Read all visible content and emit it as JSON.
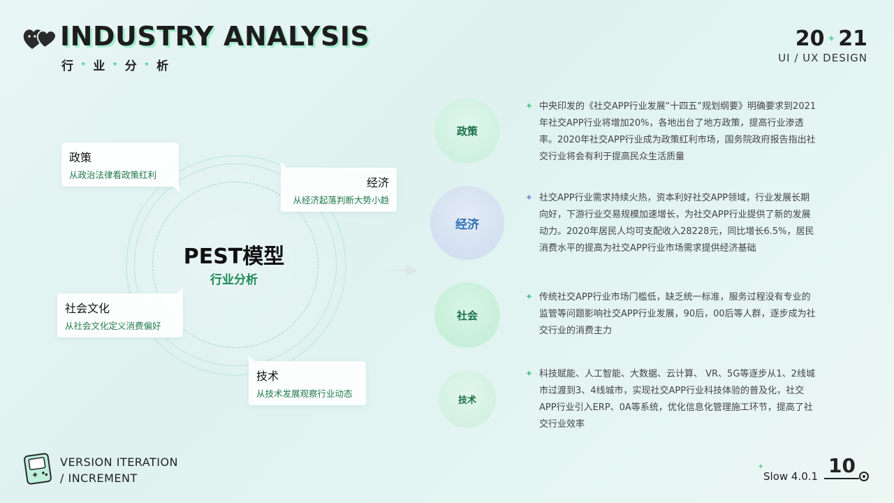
{
  "header": {
    "title": "INDUSTRY ANALYSIS",
    "subtitle_chars": [
      "行",
      "业",
      "分",
      "析"
    ],
    "year_left": "20",
    "year_right": "21",
    "design_label": "UI / UX DESIGN"
  },
  "model": {
    "title": "PEST模型",
    "subtitle": "行业分析"
  },
  "cards": {
    "policy": {
      "title": "政策",
      "desc": "从政治法律看政策红利"
    },
    "economy": {
      "title": "经济",
      "desc": "从经济起落判断大势小趋"
    },
    "society": {
      "title": "社会文化",
      "desc": "从社会文化定义消费偏好"
    },
    "tech": {
      "title": "技术",
      "desc": "从技术发展观察行业动态"
    }
  },
  "items": {
    "policy": {
      "label": "政策",
      "text": "中央印发的《社交APP行业发展“十四五”规划纲要》明确要求到2021年社交APP行业将增加20%，各地出台了地方政策，提高行业渗透率。2020年社交APP行业成为政策红利市场，国务院政府报告指出社交行业将会有利于提高民众生活质量"
    },
    "economy": {
      "label": "经济",
      "text": "社交APP行业需求持续火热，资本利好社交APP领域，行业发展长期向好，下游行业交易规模加速增长，为社交APP行业提供了新的发展动力。2020年居民人均可支配收入28228元，同比增长6.5%，居民消费水平的提高为社交APP行业市场需求提供经济基础"
    },
    "society": {
      "label": "社会",
      "text": "传统社交APP行业市场门槛低，缺乏统一标准，服务过程没有专业的监管等问题影响社交APP行业发展，90后，00后等人群，逐步成为社交行业的消费主力"
    },
    "tech": {
      "label": "技术",
      "text": "科技赋能、人工智能、大数据、云计算、 VR、5G等逐步从1、2线城市过渡到3、4线城市，实现社交APP行业科技体验的普及化，社交APP行业引入ERP、0A等系统，优化信息化管理施工环节，提高了社交行业效率"
    }
  },
  "footer": {
    "version_line1": "VERSION ITERATION",
    "version_line2": "/ INCREMENT",
    "slow": "Slow 4.0.1",
    "page_number": "10"
  },
  "colors": {
    "accent_green": "#1f8a56",
    "accent_blue": "#2d6fb3",
    "title_shadow": "#a8ecd0"
  }
}
